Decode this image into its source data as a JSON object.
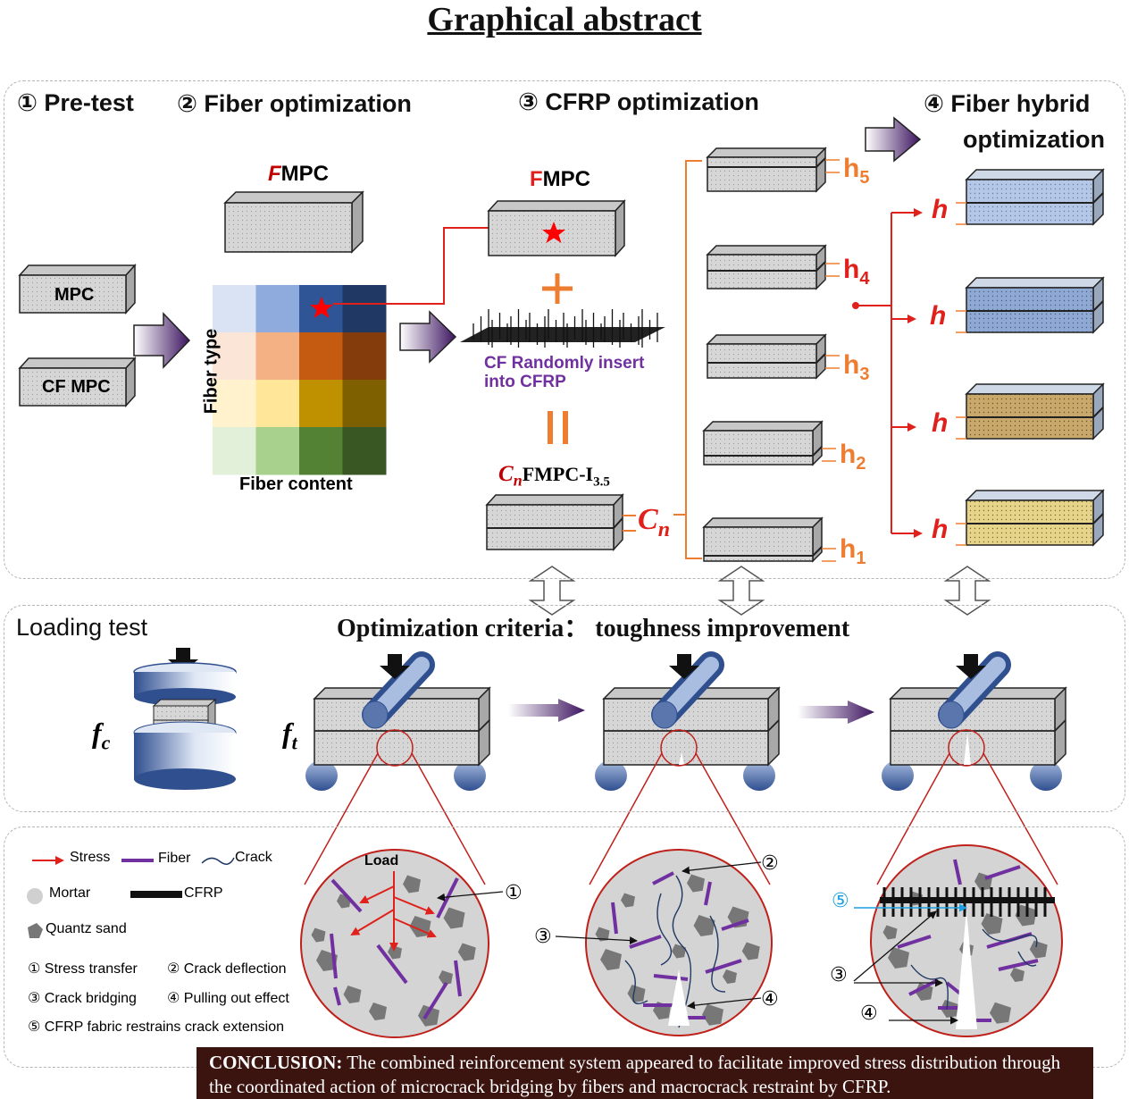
{
  "title": "Graphical abstract",
  "steps": {
    "s1": "① Pre-test",
    "s2": "② Fiber optimization",
    "s3": "③ CFRP optimization",
    "s4a": "④ Fiber hybrid",
    "s4b": "optimization"
  },
  "labels": {
    "mpc": "MPC",
    "cf_mpc": "CF MPC",
    "fmpc_f": "F",
    "fmpc_rest": "MPC",
    "fiber_type": "Fiber type",
    "fiber_content": "Fiber content",
    "cf_insert_1": "CF Randomly insert",
    "cf_insert_2": "into CFRP",
    "cn_c": "C",
    "cn_n": "n",
    "cn_rest": "FMPC-I",
    "cn_sub": "3.5",
    "cn_right_c": "C",
    "cn_right_n": "n",
    "h_letter": "h",
    "h5": "5",
    "h4": "4",
    "h3": "3",
    "h2": "2",
    "h1": "1"
  },
  "loading": {
    "title": "Loading test",
    "criteria": "Optimization criteria： toughness improvement",
    "fc": "f",
    "fc_sub": "c",
    "ft": "f",
    "ft_sub": "t"
  },
  "legend": {
    "stress": "Stress",
    "fiber": "Fiber",
    "crack": "Crack",
    "mortar": "Mortar",
    "cfrp": "CFRP",
    "quartz": "Quantz sand",
    "m1": "① Stress transfer",
    "m2": "② Crack deflection",
    "m3": "③ Crack bridging",
    "m4": "④ Pulling out effect",
    "m5": "⑤ CFRP fabric restrains crack extension"
  },
  "circles": {
    "load": "Load",
    "n1": "①",
    "n2": "②",
    "n3": "③",
    "n4": "④",
    "n5": "⑤"
  },
  "conclusion": {
    "head": "CONCLUSION:",
    "body": " The combined reinforcement system appeared to facilitate improved stress distribution through the coordinated action of microcrack bridging by fibers and macrocrack restraint by CFRP."
  },
  "colors": {
    "red": "#e0201a",
    "orange": "#ed7d31",
    "purple": "#7030a0",
    "panel_border": "#b5b5b5",
    "conclusion_bg": "#3b1410"
  },
  "heatmap_colors": [
    [
      "#dae3f3",
      "#8faadc",
      "#2f5597",
      "#203864"
    ],
    [
      "#fbe5d6",
      "#f4b183",
      "#c55a11",
      "#843c0c"
    ],
    [
      "#fff2cc",
      "#ffe699",
      "#bf9000",
      "#7f6000"
    ],
    [
      "#e2f0d9",
      "#a9d18e",
      "#548235",
      "#385723"
    ]
  ]
}
